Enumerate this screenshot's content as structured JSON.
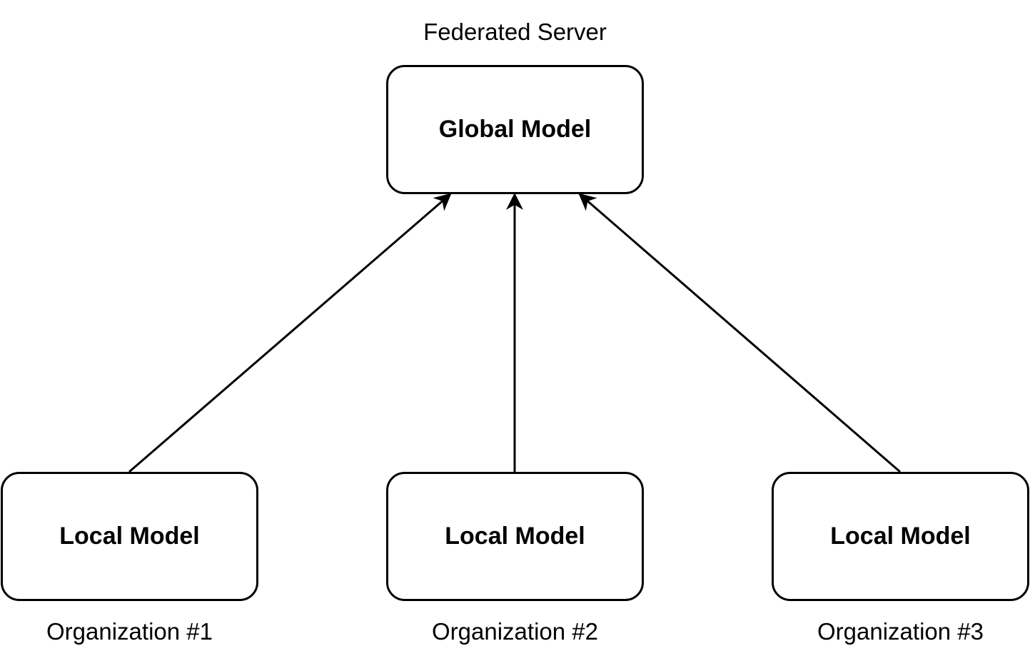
{
  "server": {
    "caption": "Federated Server",
    "model_label": "Global Model"
  },
  "organizations": [
    {
      "caption": "Organization #1",
      "model_label": "Local Model"
    },
    {
      "caption": "Organization #2",
      "model_label": "Local Model"
    },
    {
      "caption": "Organization #3",
      "model_label": "Local Model"
    }
  ],
  "edges": [
    {
      "from": "organizations.0",
      "to": "server"
    },
    {
      "from": "organizations.1",
      "to": "server"
    },
    {
      "from": "organizations.2",
      "to": "server"
    }
  ]
}
